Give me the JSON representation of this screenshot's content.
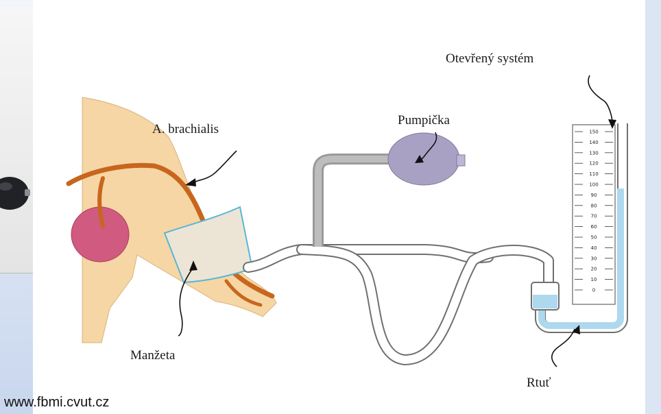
{
  "labels": {
    "artery": "A. brachialis",
    "pump": "Pumpička",
    "open_system": "Otevřený systém",
    "cuff": "Manžeta",
    "mercury": "Rtuť"
  },
  "scale": {
    "ticks": [
      "150",
      "140",
      "130",
      "120",
      "110",
      "100",
      "90",
      "80",
      "70",
      "60",
      "50",
      "40",
      "30",
      "20",
      "10",
      "0"
    ]
  },
  "source": "www.fbmi.cvut.cz",
  "colors": {
    "skin": "#f5d6a4",
    "artery": "#c8661d",
    "heart": "#d05a80",
    "bulb": "#a9a1c4",
    "mercury": "#aed8ee",
    "tube": "#ffffff",
    "tube_outline": "#6f6f6f"
  }
}
